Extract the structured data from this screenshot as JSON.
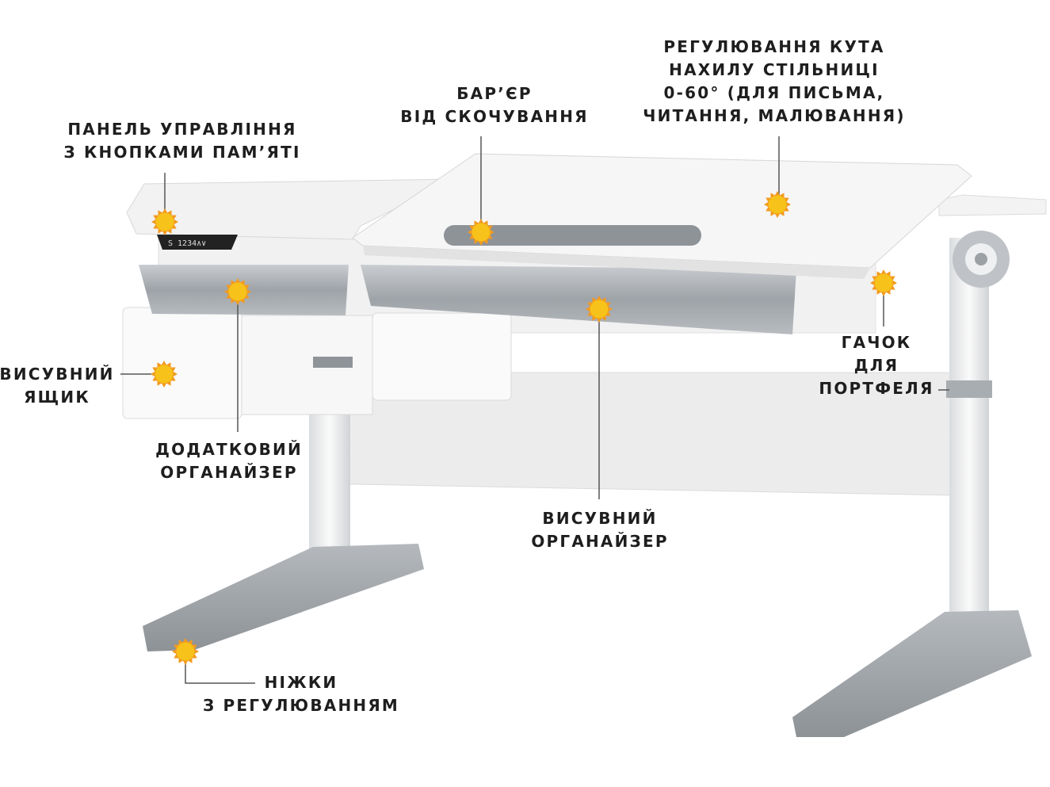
{
  "colors": {
    "marker": "#f7c21a",
    "marker_ring": "#f29a1f",
    "leader_line": "#555555",
    "desk_white": "#f4f4f4",
    "desk_grey": "#9ea3a8",
    "text": "#1e1e1e"
  },
  "marker_icon": "sun-icon",
  "callouts": {
    "control_panel": {
      "lines": [
        "ПАНЕЛЬ УПРАВЛІННЯ",
        "З КНОПКАМИ ПАМ’ЯТІ"
      ]
    },
    "anti_roll_barrier": {
      "lines": [
        "БАР’ЄР",
        "ВІД СКОЧУВАННЯ"
      ]
    },
    "tilt_adjustment": {
      "lines": [
        "РЕГУЛЮВАННЯ КУТА",
        "НАХИЛУ СТІЛЬНИЦІ",
        "0-60° (ДЛЯ ПИСЬМА,",
        "ЧИТАННЯ, МАЛЮВАННЯ)"
      ]
    },
    "drawer": {
      "lines": [
        "ВИСУВНИЙ",
        "ЯЩИК"
      ]
    },
    "extra_organizer": {
      "lines": [
        "ДОДАТКОВИЙ",
        "ОРГАНАЙЗЕР"
      ]
    },
    "sliding_organizer": {
      "lines": [
        "ВИСУВНИЙ",
        "ОРГАНАЙЗЕР"
      ]
    },
    "bag_hook": {
      "lines": [
        "ГАЧОК",
        "ДЛЯ",
        "ПОРТФЕЛЯ"
      ]
    },
    "adjustable_feet": {
      "lines": [
        "НІЖКИ",
        "З РЕГУЛЮВАННЯМ"
      ]
    }
  },
  "control_panel_display": "S 1234∧∨"
}
